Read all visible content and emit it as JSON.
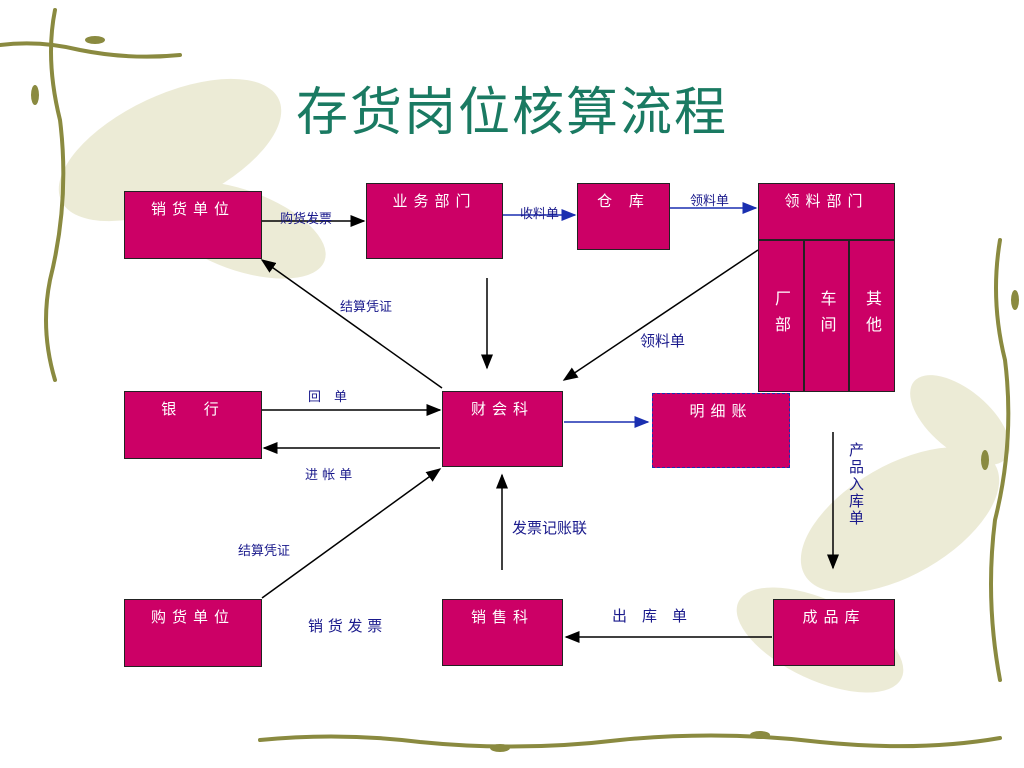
{
  "title": "存货岗位核算流程",
  "nodes": {
    "sales_unit": "销货单位",
    "business_dept": "业务部门",
    "warehouse": "仓 库",
    "material_dept": "领料部门",
    "factory_dept": "厂部",
    "workshop": "车间",
    "other": "其他",
    "bank": "银  行",
    "finance_dept": "财会科",
    "detail_ledger": "明细账",
    "purchase_unit": "购货单位",
    "sales_dept": "销售科",
    "finished_goods": "成品库"
  },
  "edges": {
    "purchase_invoice": "购货发票",
    "receipt_slip": "收料单",
    "material_slip_top": "领料单",
    "settlement_voucher_top": "结算凭证",
    "material_slip_mid": "领料单",
    "return_slip": "回　单",
    "deposit_slip": "进 帐 单",
    "settlement_voucher_bottom": "结算凭证",
    "invoice_record_copy": "发票记账联",
    "product_inbound_slip": "产品入库单",
    "sales_invoice": "销 货 发 票",
    "outbound_slip": "出　库　单"
  }
}
